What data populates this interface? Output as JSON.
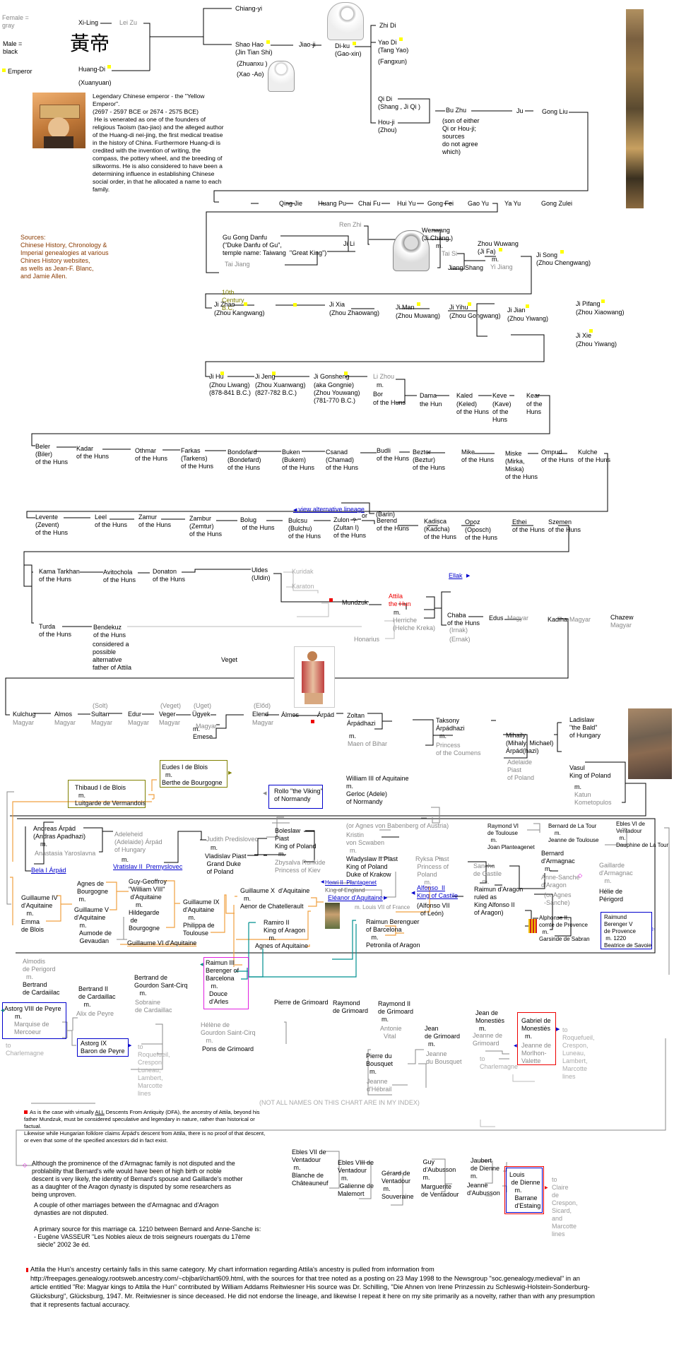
{
  "legend": {
    "female": "Female =\ngray",
    "male": "Male =\nblack",
    "emperor": "Emperor",
    "emperor_marker_color": "#ffff00"
  },
  "title_chars": "黃帝",
  "huangdi": {
    "xi_ling": "Xi-Ling",
    "lei_zu": "Lei Zu",
    "name": "Huang-Di",
    "alt": "(Xuanyuan)",
    "bio": "Legendary Chinese emperor - the \"Yellow Emperor\".\n(2697 - 2597 BCE or 2674 - 2575 BCE)\n He is venerated as one of the founders of religious Taoism (tao-jiao) and the alleged author of the Huang-di nei-jing, the first medical treatise in the history of China. Furthermore Huang-di is credited with the invention of writing, the compass, the pottery wheel, and the breeding of silkworms. He is also considered to have been a determining influence in establishing Chinese social order, in that he allocated a name to each family."
  },
  "sources": "Sources:\nChinese History, Chronology &\nImperial genealogies at various\nChines History websites,\nas wells as Jean-F. Blanc,\nand Jamie Allen.",
  "century_note": "10th\nCentury\nB.C.",
  "early": {
    "chiang_yi": "Chiang-yi",
    "shao_hao": "Shao Hao\n(Jin Tian Shi)",
    "zhuanxu": "(Zhuanxu )",
    "xao_ao": "(Xao -Ao)",
    "jiao_ji": "Jiao-ji",
    "di_ku": "Di-ku\n(Gao-xin)",
    "zhi_di": "Zhi Di",
    "yao_di": "Yao Di\n(Tang Yao)",
    "fangxun": "(Fangxun)",
    "qi_di": "Qi Di\n(Shang , Ji Qi )",
    "hou_ji": "Hou-ji\n(Zhou)",
    "bu_zhu": "Bu Zhu",
    "bu_zhu_note": "(son of either\nQi or Hou-ji;\nsources\ndo not agree\nwhich)",
    "ju": "Ju",
    "gong_liu": "Gong Liu"
  },
  "row2": [
    "Qing Jie",
    "Huang Pu",
    "Chai Fu",
    "Hui Yu",
    "Gong Fei",
    "Gao Yu",
    "Ya Yu",
    "Gong Zulei"
  ],
  "zhou": {
    "gu_gong": "Gu Gong Danfu\n(\"Duke Danfu of Gu\",\ntemple name: Taiwang  \"Great King\")",
    "tai_jiang": "Tai Jiang",
    "ren_zhi": "Ren Zhi",
    "ji_li": "Ji Li",
    "wenwang": "Wenwang\n(Ji Chang )\n        m.",
    "tai_si": "Tai Si",
    "zhou_wuwang": "Zhou Wuwang\n(Ji Fa)\n        m.",
    "jiang_shang": "Jiang Shang",
    "yi_jiang": "Yi Jiang",
    "ji_song": "Ji Song\n(Zhou Chengwang)"
  },
  "row4": [
    {
      "name": "Ji Zhao",
      "alt": "(Zhou Kangwang)"
    },
    {
      "name": "Ji Xia",
      "alt": "(Zhou Zhaowang)"
    },
    {
      "name": "Ji Man",
      "alt": "(Zhou Muwang)"
    },
    {
      "name": "Ji Yihu",
      "alt": "(Zhou Gongwang)"
    },
    {
      "name": "Ji Jian",
      "alt": "(Zhou Yiwang)"
    },
    {
      "name": "Ji Pifang",
      "alt": "(Zhou Xiaowang)"
    },
    {
      "name": "Ji Xie",
      "alt": "(Zhou Yiwang)"
    }
  ],
  "row5": [
    {
      "name": "Ji Hu",
      "alt": "(Zhou Liwang)\n(878-841 B.C.)"
    },
    {
      "name": "Ji Jeng",
      "alt": "(Zhou Xuanwang)\n(827-782 B.C.)"
    },
    {
      "name": "Ji Gonsheng",
      "alt": "(aka Gongnie)\n(Zhou Youwang)\n(781-770 B.C.)"
    },
    {
      "name": "Li Zhou",
      "alt": "  m."
    },
    {
      "name": "Bor",
      "alt": "of the Huns"
    },
    {
      "name": "Dama",
      "alt": "the Hun"
    },
    {
      "name": "Kaled",
      "alt": "(Keled)\nof the Huns"
    },
    {
      "name": "Keve",
      "alt": "(Kave)\nof the\nHuns"
    },
    {
      "name": "Kear",
      "alt": "of the\nHuns"
    }
  ],
  "row6": [
    {
      "name": "Beler",
      "alt": "(Biler)\nof the Huns"
    },
    {
      "name": "Kadar",
      "alt": "of the Huns"
    },
    {
      "name": "Othmar",
      "alt": "of the Huns"
    },
    {
      "name": "Farkas",
      "alt": "(Tarkens)\nof the Huns"
    },
    {
      "name": "Bondofard",
      "alt": "(Bondefard)\nof the Huns"
    },
    {
      "name": "Buken",
      "alt": "(Bukem)\nof the Huns"
    },
    {
      "name": "Csanad",
      "alt": "(Chamad)\nof the Huns"
    },
    {
      "name": "Budli",
      "alt": "of the Huns"
    },
    {
      "name": "Bezter",
      "alt": "(Beztur)\nof the Huns"
    },
    {
      "name": "Mike",
      "alt": "of the Huns"
    },
    {
      "name": "Miske",
      "alt": "(Mirka,\nMiska)\nof the Huns"
    },
    {
      "name": "Ompud",
      "alt": "of the Huns"
    },
    {
      "name": "Kulche",
      "alt": "of the Huns"
    }
  ],
  "row7": [
    {
      "name": "Levente",
      "alt": "(Zevent)\nof the Huns"
    },
    {
      "name": "Leel",
      "alt": "of the Huns"
    },
    {
      "name": "Zamur",
      "alt": "of the Huns"
    },
    {
      "name": "Zambur",
      "alt": "(Zemtur)\nof the Huns"
    },
    {
      "name": "Bolug",
      "alt": " of the Huns"
    },
    {
      "name": "Bulcsu",
      "alt": "(Bulchu)\nof the Huns"
    },
    {
      "name": "Zulon",
      "alt": "(Zultan I)\nof the Huns"
    },
    {
      "name": "Berend",
      "alt": "of the Huns"
    },
    {
      "name": "Kadisca",
      "alt": "(Kadcha)\nof the Huns"
    },
    {
      "name": "Opoz",
      "alt": "(Oposch)\nof the Huns"
    },
    {
      "name": "Ethei",
      "alt": "of the Huns"
    },
    {
      "name": "Szemen",
      "alt": "of the Huns"
    }
  ],
  "alt_lineage_link": "view alternative lineage",
  "or_label": "or",
  "q_label": "?",
  "barin": "(Barin)",
  "attila_block": {
    "kama": "Kama Tarkhan\nof the Huns",
    "avitochola": "Avitochola\nof the Huns",
    "donaton": "Donaton\nof the Huns",
    "uldes": "Uldes\n(Uldin)",
    "kuridak": "Kuridak",
    "karaton": "Karaton",
    "mundzuk": "Mundzuk",
    "attila": "Attila\nthe Hun",
    "m": "m.",
    "herriche": "Herriche\n(Helche Kreka)",
    "honarius": "Honarius",
    "ellak": "Ellak",
    "chaba": "Chaba\nof the Huns",
    "irnak": "(Irnak)\n(Ernak)",
    "edus": "Edus",
    "kadiha": "Kadiha",
    "chazew": "Chazew",
    "magyar": "Magyar",
    "turda": "Turda\nof the Huns",
    "bendekuz": "Bendekuz\nof the Huns",
    "bendekuz_note": "considered a\npossible\nalternative\nfather of Attila",
    "veget": "Veget"
  },
  "magyar_row": [
    {
      "top": "",
      "name": "Kulchug"
    },
    {
      "top": "",
      "name": "Almos"
    },
    {
      "top": "(Solt)",
      "name": "Sultan"
    },
    {
      "top": "",
      "name": "Edur"
    },
    {
      "top": "(Veget)",
      "name": "Veger"
    },
    {
      "top": "(Uget)",
      "name": "Ügyek"
    },
    {
      "top": "(Előd)",
      "name": "Elend"
    }
  ],
  "emese": "m.\nEmese",
  "arpad_block": {
    "almos2": "Álmos",
    "arpad": "Árpád",
    "zoltan": "Zoltan\nÁrpádhazi",
    "maen": "Maen of Bihar",
    "taksony": "Taksony\nÁrpádhazi\n  m.",
    "princess": "Princess\nof the Coumens",
    "mihaily": "Mihaily\n(Mihaly, Michael)\nÁrpád(hazi)",
    "adelaide": "Adelaide\nPiast\nof Poland",
    "ladislaw": "Ladislaw\n\"the Bald\"\nof Hungary",
    "vasul": "Vasul\nKing of Poland",
    "katun": "Katun\nKometopulos"
  },
  "blois": {
    "eudes": "Eudes I de Blois\n  m.\nBerthe de Bourgogne",
    "thibaud": "Thibaud I de Blois\n  m.\nLuitgarde de Vermandois",
    "rollo": "Rollo \"the Viking\"\nof Normandy",
    "william3": "William III of Aquitaine\nm.\nGerloc (Adele)\nof Normandy"
  },
  "euro": {
    "andreas": "Andreas Árpád\n(Andras Apadhazi)\n    m.",
    "anastasia": "Anastasia Yaroslavna",
    "bela": "Bela I Árpád",
    "adeleheid": "Adeleheid\n(Adelaide) Árpád\nof Hungary",
    "vratislav": "Vratislav II  Premyslovec",
    "judith": "Judith Predislovec",
    "vladislav": "Vladislav Piast\n Grand Duke\n of Poland",
    "boleslaw": "Boleslaw\nPiast\nKing of Poland\n  m.",
    "zbysalva": "Zbysalva Rurikide\nPrincess of Kiev",
    "agnes_bab": "(or Agnes von Babenberg of Austria)",
    "kristin": "Kristin\nvon Scwaben\n  m.",
    "wladyslaw": "Wladyslaw II Piast\nKing of Poland\nDuke of Krakow",
    "ryksa": "Ryksa Piast\n Princess of\n Poland\n     m.",
    "alfonso": "Alfonso  II\nKing of Castile",
    "alfonso_alt": "(Alfonso VII\n  of León)",
    "sancha": "Sancha\nde Castile\n     m.",
    "raimun_aragon": "Raimun d'Aragon\nruled as\nKing Alfonso II\nof Aragon)",
    "raymond6": "Raymond VI\nde Toulouse\n  m.\nJoan Planteagenet",
    "bernard_tour": "Bernard de La Tour\n    m.\nJeanne de Toulouse",
    "ebles6": "Ebles VI de\nVentadour\n  m.\nDauphine de La Tour",
    "bernard_arm": "Bernard\nd'Armagnac\n  m.",
    "anne_sanche": "Anne-Sanche\nd'Aragon",
    "anne_alt": "(or Agnes\n-Sanche)",
    "gaillarde": "Gaillarde\nd'Armagnac\n   m.",
    "helie": "Hélie de\nPérigord",
    "alphonse": "Alphonse II,\ncomte de Provence\n  m.\nGarsinde de Sabran",
    "raimund_b": "Raimund\nBerenger V\nde Provence\n m. 1220\nBeatrice de Savoie",
    "henri": "Henri II  Plantagenet",
    "henri_sub": "King of England",
    "eleanor": "Eléanor d'Aquitaine",
    "eleanor_sub": "m. Louis VII of France",
    "guillaume4": "Guillaume IV\nd'Aquitaine\n   m.",
    "emma": "Emma\nde Blois",
    "agnes_bourg": "Agnes de\nBourgogne\n m.",
    "guillaume5": "Guillaume V\nd'Aquitaine\n   m.\n   Aumode de\n   Gevaudan",
    "guy": "Guy-Geoffroy\n\"William VIII\"\n d'Aquitaine\n    m.\nHildegarde\n de\nBourgogne",
    "guillaume6": "Guillaume VI d'Aquitaine",
    "guillaume9": "Guillaume IX\nd'Aquitaine\n   m.\nPhilippa de\nToulouse",
    "guillaume10": "Guillaume X  d'Aquitaine\n  m.\nAenor de Chatellerault",
    "ramiro": "Ramiro II\nKing of Aragon\n   m.",
    "agnes_aq": "Agnes of Aquitaine",
    "raimun_bar": "Raimun Berenguer\nof Barcelona\n   m.\nPetronila of Aragon"
  },
  "south": {
    "almodis": "Almodis\nde Perigord\n  m.",
    "bertrand": "Bertrand\nde Cardaiilac",
    "bertrand2": "Bertrand II\nde Cardaillac\n   m.",
    "alix": "Alix de Peyre",
    "astorg8": "Astorg VIII de Peyre\n      m.",
    "marquise": "Marquise de\nMercoeur",
    "to_charlemagne": "to\nCharlemagne",
    "astorg9": "Astorg IX\nBaron de Peyre",
    "to_roq": "to\nRoquefueil,\nCrespon,\nLuneau,\nLambert,\nMarcotte\nlines",
    "bertrand_gourdon": "Bertrand de\nGourdon Sant-Cirq\n   m.",
    "sobraine": "Sobraine\nde Cardaillac",
    "raimun3": "Raimun III\nBerenger of\nBarcelona\n   m.\n  Douce\n  d'Arles",
    "helene": "Hélène de\nGourdon Saint-Cirq\n   m.",
    "pons": "Pons de Grimoard",
    "pierre_g": "Pierre de Grimoard",
    "raymond_g": "Raymond\nde Grimoard",
    "raymond2_g": "Raymond II\nde Grimoard\n  m.",
    "antonie": "Antonie\n  Vital",
    "jean_g": "Jean\nde Grimoard\n  m.",
    "jeanne_b": "Jeanne\ndu Bousquet",
    "pierre_b": "Pierre du\nBousquet\n  m.",
    "jeanne_h": "Jeanne\nd'Hébrail",
    "jean_m": "Jean de\nMonestiès\n  m.",
    "jeanne_g": "Jeanne de\nGrimoard",
    "gabriel": "Gabriel de\nMonestiès\n  m.",
    "jeanne_m": "Jeanne de\nMorlhon-\nValette",
    "to_charlemagne2": "to\nCharlemagne",
    "to_roq2": "to\nRoquefueil,\nCrespon,\nLuneau,\nLambert,\nMarcotte\nlines",
    "not_all": "(NOT ALL NAMES ON THIS CHART ARE IN MY INDEX)"
  },
  "ventadour": {
    "ebles7": "Ebles VII de\nVentadour\n m.\nBlanche de\nChâteauneuf",
    "ebles8": "Ebles VIII de\nVentadour\n  m.\n Galienne de\nMalemort",
    "gerard": "Gérard de\nVentadour\n m.\nSouveraine",
    "guy_a": " Guy\n d'Aubusson\n m.",
    "marguerite": "Marguerite\nde Ventadour",
    "jaubert": "Jaubert\nde Dienne\nm.",
    "jeanne_a": "Jeanne\nd'Aubusson",
    "louis": "Louis\n de Dienne\n   m.\n   Barrane\n   d'Estaing",
    "to_claire": "to\nClaire\nde\nCrespon,\nSicard,\nand\nMarcotte\nlines"
  },
  "notes": {
    "dfa_pre": "As is the case with virtually ",
    "dfa_all": "ALL",
    "dfa_post": " Descents From Antiquity (DFA), the ancestry of Attila, beyond his father Mundzuk,  must be considered speculative and legendary in nature, rather than historical or factual.",
    "dfa_2": "Likewise while Hungarian folklore claims Árpád's descent from Attila, there is no proof of that descent, or even that some of the specified ancestors did in fact exist.",
    "armagnac_1": " Although the prominence of the d'Armagnac family is not disputed and the problability that Bernard's wife would have been of high birth or noble descent is very likely, the identity of Bernard's spouse and Gaillarde's mother as a daughter of the Aragon dynasty  is disputed by some researchers as being unproven.",
    "armagnac_2": "A couple of other marriages between the d'Armagnac and d'Aragon dynasties are not disputed.",
    "armagnac_3": "A primary source for this marriage ca. 1210 between Bernard and Anne-Sanche is:\n- Eugène VASSEUR \"Les Nobles aïeux de trois seigneurs rouergats du 17ème\n  siècle\" 2002 3e éd.",
    "attila_src": "Attila the Hun's ancestry certainly falls in this same category.  My chart information regarding Attila's ancestry is pulled from information from http://freepages.genealogy.rootsweb.ancestry.com/~cbjbarl/chart609.html, with the sources for that tree noted as a posting on 23 May 1998 to the Newsgroup \"soc.genealogy.medieval\" in an article entitled \"Re: Magyar kings to Attila the Hun\" contributed by William Addams Reitwiesner His source was Dr. Schilling, \"Die Ahnen von Irene Prinzessin zu Schleswig-Holstein-Sonderburg-Glücksburg\", Glücksburg, 1947. Mr. Reitwiesner is since deceased. He did not endorse the lineage, and likewise I repeat it here on my site primarily as a novelty, rather than with any presumption that it represents factual accuracy."
  }
}
